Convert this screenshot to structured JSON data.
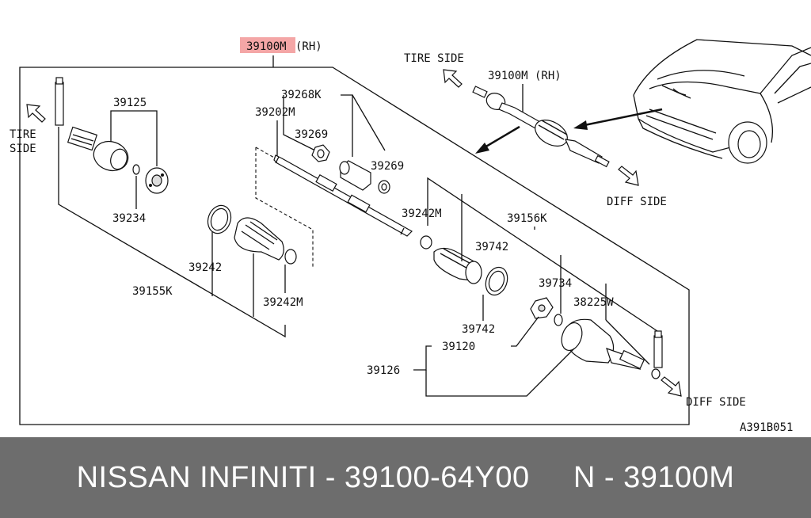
{
  "diagram": {
    "assembly_part": "39100M",
    "assembly_suffix": "(RH)",
    "highlight_color": "#f4a6a6",
    "labels": {
      "tire_side_left_1": "TIRE",
      "tire_side_left_2": "SIDE",
      "tire_side_top": "TIRE SIDE",
      "inset_assembly": "39100M (RH)",
      "diff_side_top": "DIFF SIDE",
      "diff_side_bottom": "DIFF SIDE",
      "p39125": "39125",
      "p39234": "39234",
      "p39155K": "39155K",
      "p39242_left": "39242",
      "p39242M_left": "39242M",
      "p39268K": "39268K",
      "p39202M": "39202M",
      "p39269_a": "39269",
      "p39269_b": "39269",
      "p39242M_right": "39242M",
      "p39156K": "39156K",
      "p39742_a": "39742",
      "p39742_b": "39742",
      "p39734": "39734",
      "p38225W": "38225W",
      "p39120": "39120",
      "p39126": "39126",
      "figure_code": "A391B051"
    }
  },
  "footer": {
    "text": "NISSAN INFINITI - 39100-64Y00     N - 39100M"
  }
}
